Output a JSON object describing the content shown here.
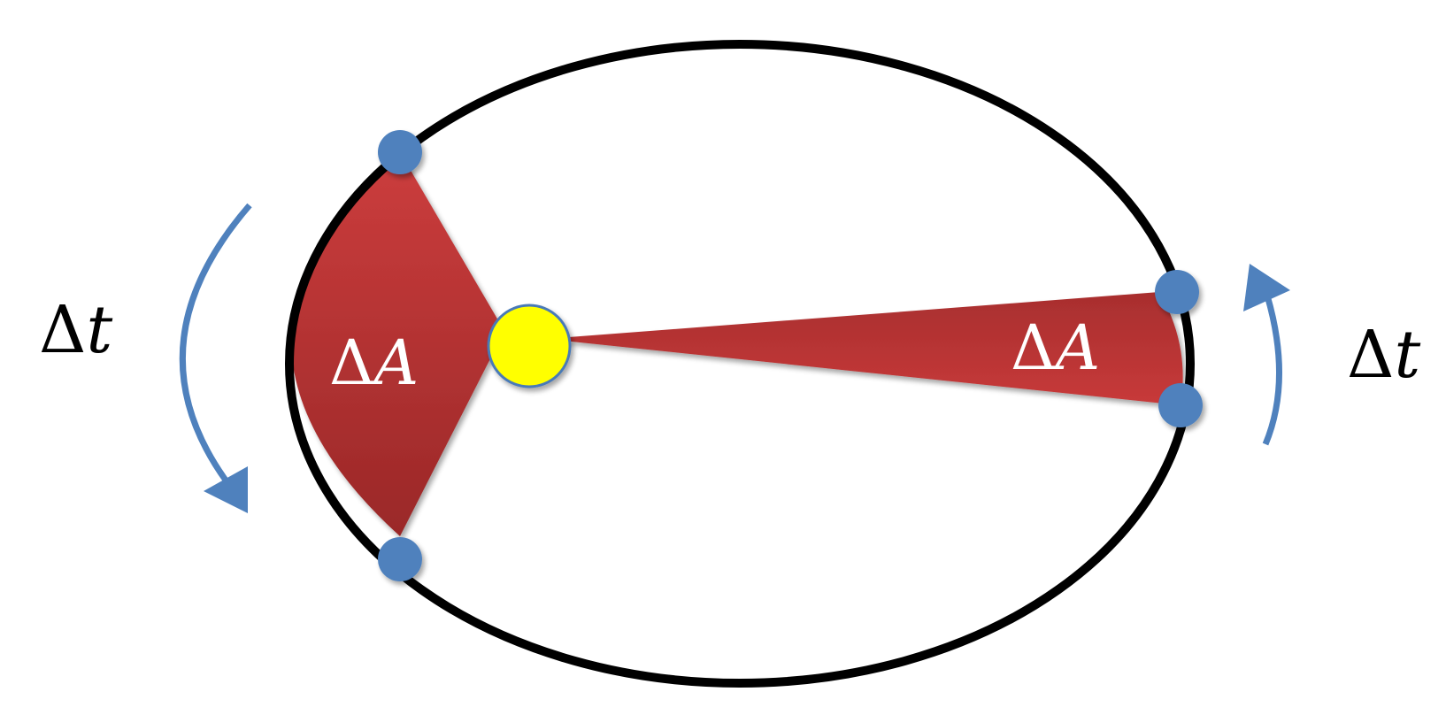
{
  "diagram": {
    "labels": {
      "delta_symbol": "Δ",
      "time_var": "t",
      "area_var": "A"
    },
    "colors": {
      "orbit": "#000000",
      "sector_top": "#c93b3b",
      "sector_bottom": "#9e2a2a",
      "sun_fill": "#ffff00",
      "sun_stroke": "#4a7ab7",
      "planet": "#4f81bd",
      "arrow": "#4f81bd",
      "label_area": "#ffffff",
      "label_time": "#000000"
    },
    "icons": {
      "sun": "sun-icon",
      "planet": "planet-icon",
      "arrow": "curved-arrow-icon"
    }
  }
}
